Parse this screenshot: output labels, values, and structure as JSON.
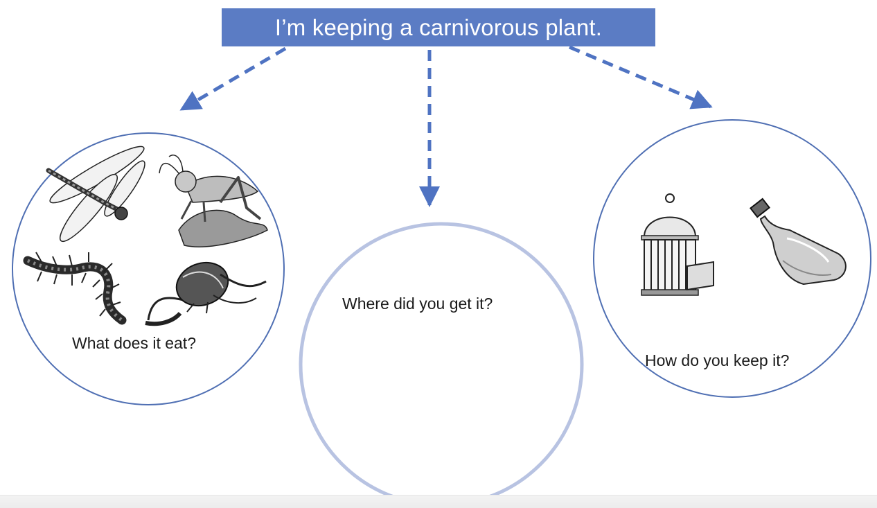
{
  "title": "I’m keeping a carnivorous plant.",
  "nodes": [
    {
      "question": "What does it eat?",
      "illustrations": [
        "dragonfly",
        "grasshopper",
        "centipede",
        "beetle"
      ]
    },
    {
      "question": "Where did you get it?",
      "illustrations": []
    },
    {
      "question": "How do you keep it?",
      "illustrations": [
        "birdcage",
        "bottle"
      ]
    }
  ],
  "colors": {
    "title_bg": "#5b7cc4",
    "title_text": "#ffffff",
    "arrow": "#4f73c2",
    "circle_outer": "#4f6fb3",
    "circle_center": "#b8c3e2"
  }
}
